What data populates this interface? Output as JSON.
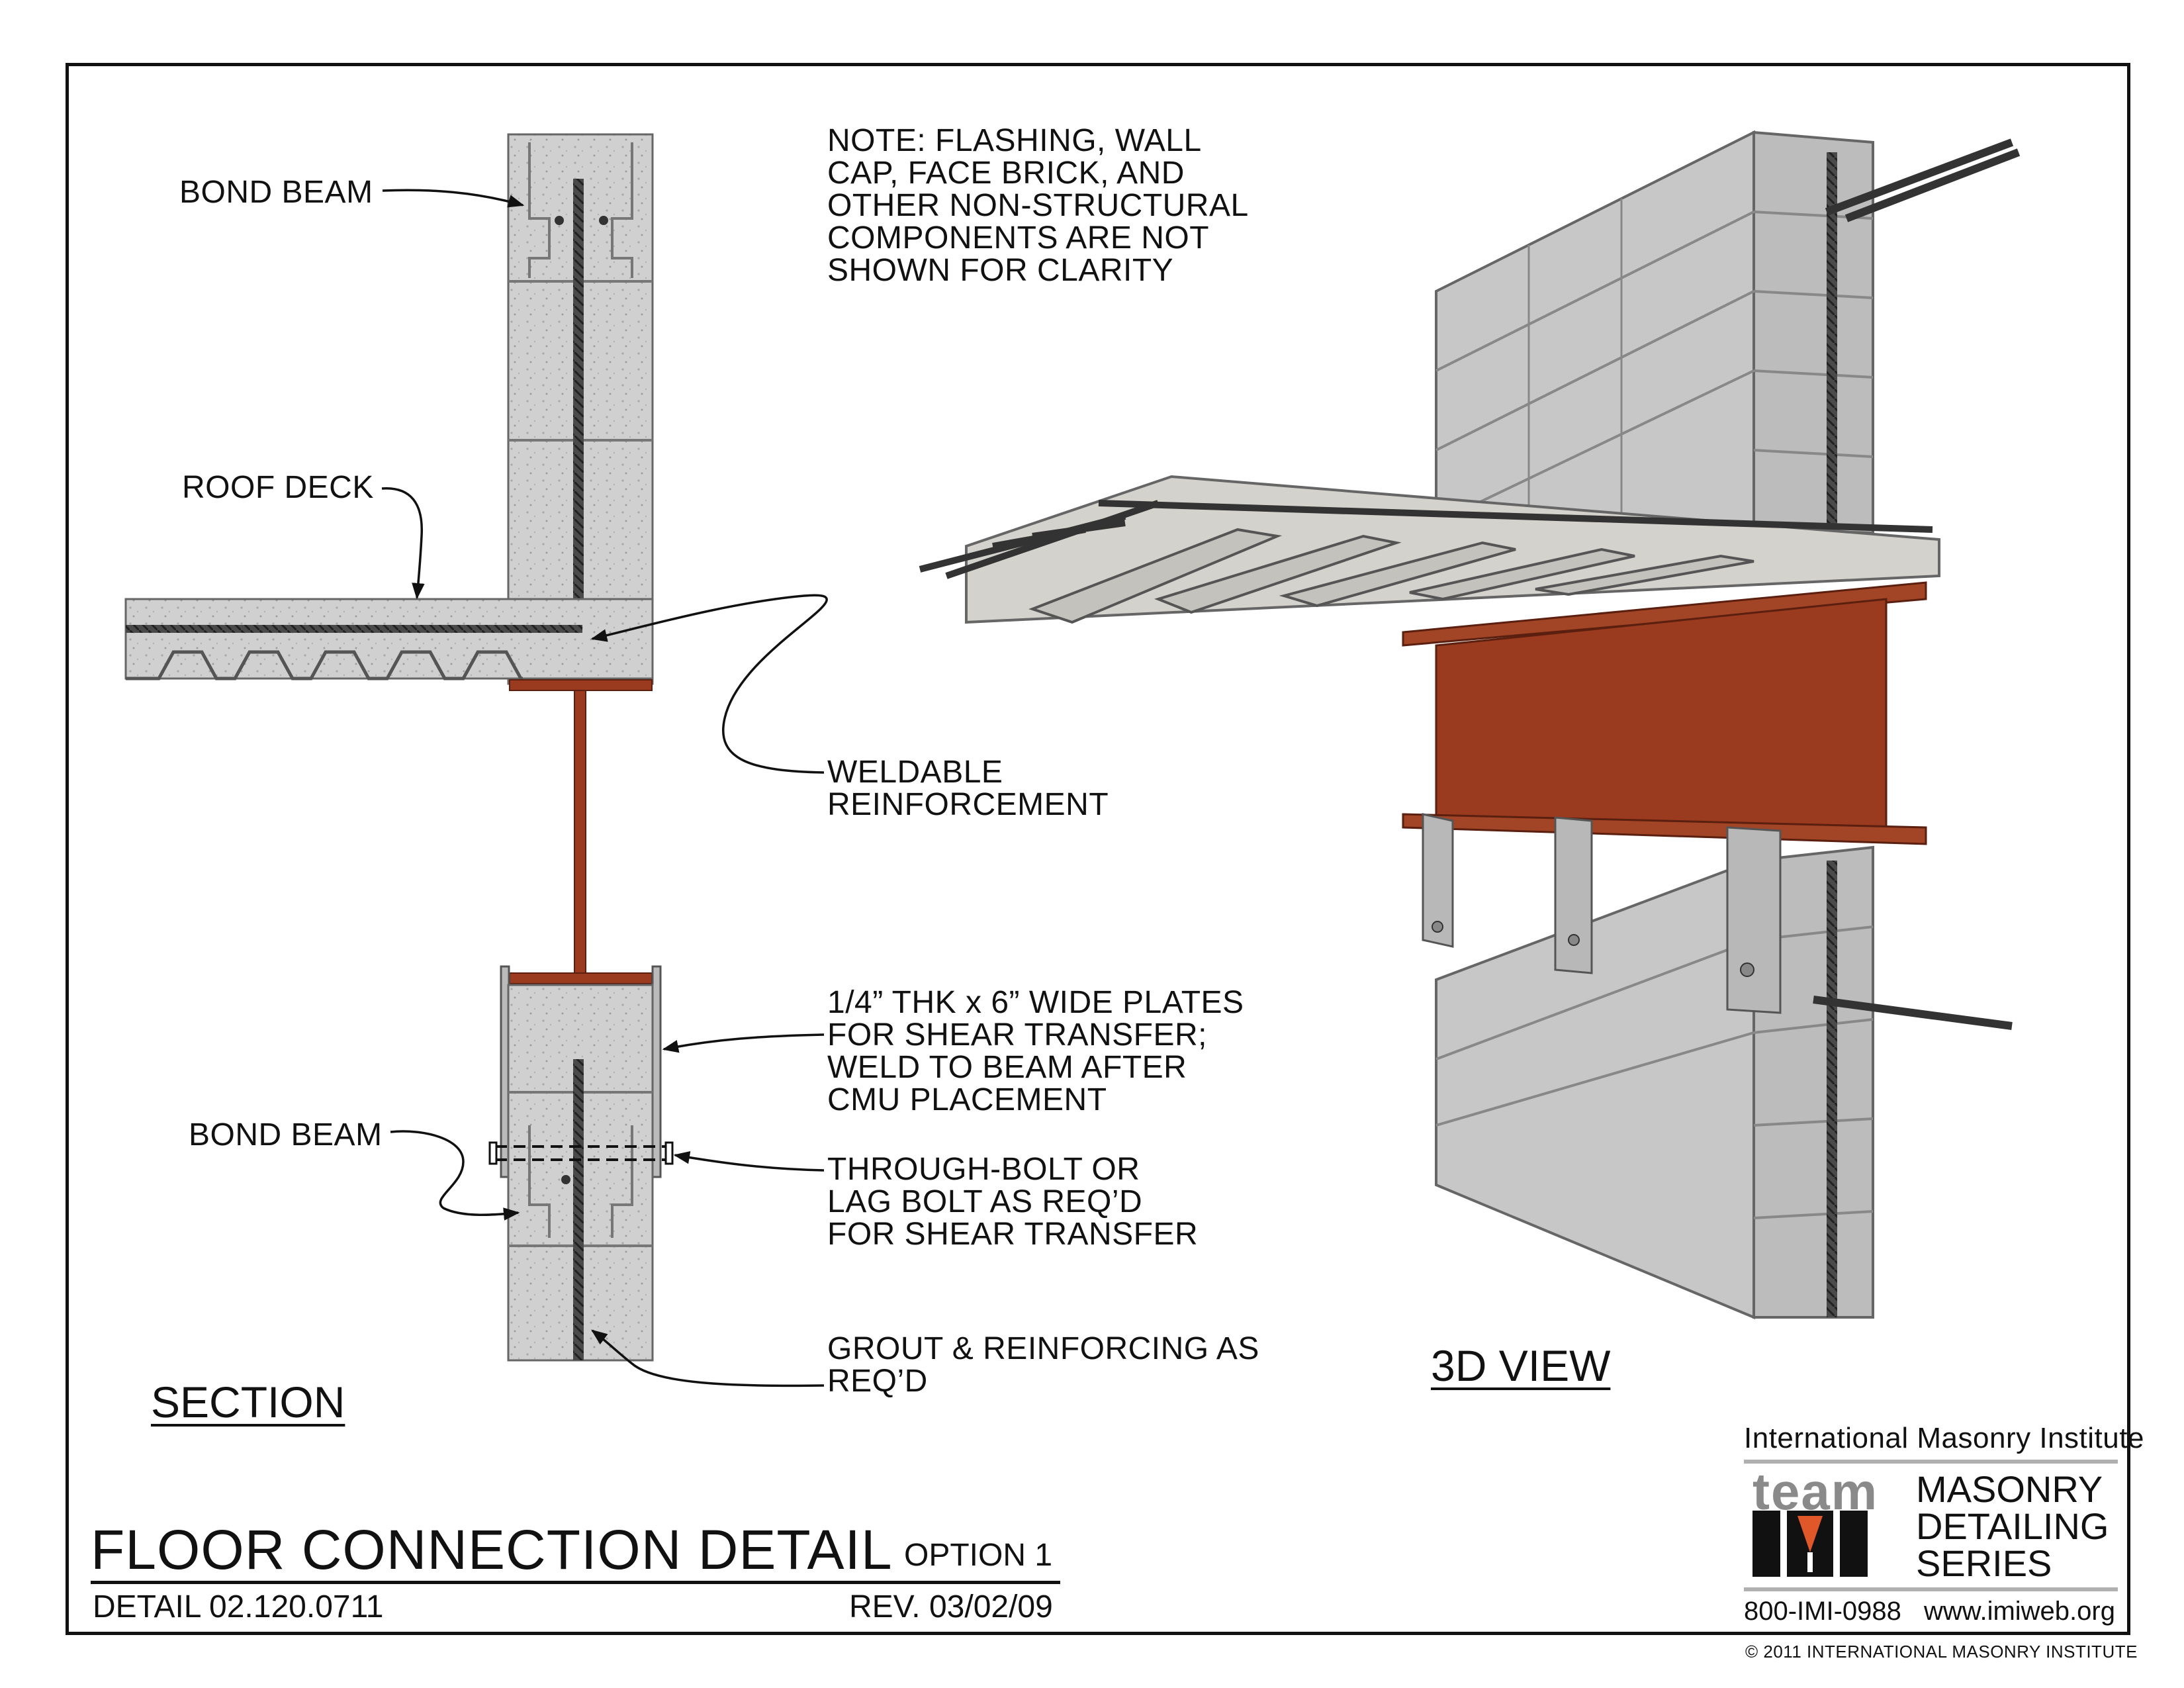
{
  "labels": {
    "bond_beam_top": "BOND BEAM",
    "roof_deck": "ROOF DECK",
    "bond_beam_bottom": "BOND BEAM",
    "note": "NOTE: FLASHING, WALL\nCAP, FACE BRICK, AND\nOTHER NON-STRUCTURAL\nCOMPONENTS ARE NOT\nSHOWN FOR CLARITY",
    "weldable": "WELDABLE\nREINFORCEMENT",
    "plates": "1/4” THK x 6” WIDE PLATES\nFOR SHEAR TRANSFER;\nWELD TO BEAM AFTER\nCMU PLACEMENT",
    "through_bolt": "THROUGH-BOLT OR\nLAG BOLT AS REQ’D\nFOR SHEAR TRANSFER",
    "grout": "GROUT & REINFORCING AS\nREQ’D"
  },
  "views": {
    "section": "SECTION",
    "three_d": "3D VIEW"
  },
  "title_block": {
    "title": "FLOOR CONNECTION DETAIL",
    "option": "OPTION 1",
    "detail": "DETAIL 02.120.0711",
    "rev": "REV. 03/02/09"
  },
  "logo": {
    "org": "International Masonry Institute",
    "team": "team",
    "series": "MASONRY\nDETAILING\nSERIES",
    "phone": "800-IMI-0988",
    "web": "www.imiweb.org",
    "copyright": "© 2011 INTERNATIONAL MASONRY INSTITUTE"
  },
  "colors": {
    "steel": "#9a3a1f",
    "cmu": "#c9c9c9",
    "concrete": "#d4d2cc",
    "rebar": "#3a3a3a",
    "trowel": "#e0572a"
  }
}
